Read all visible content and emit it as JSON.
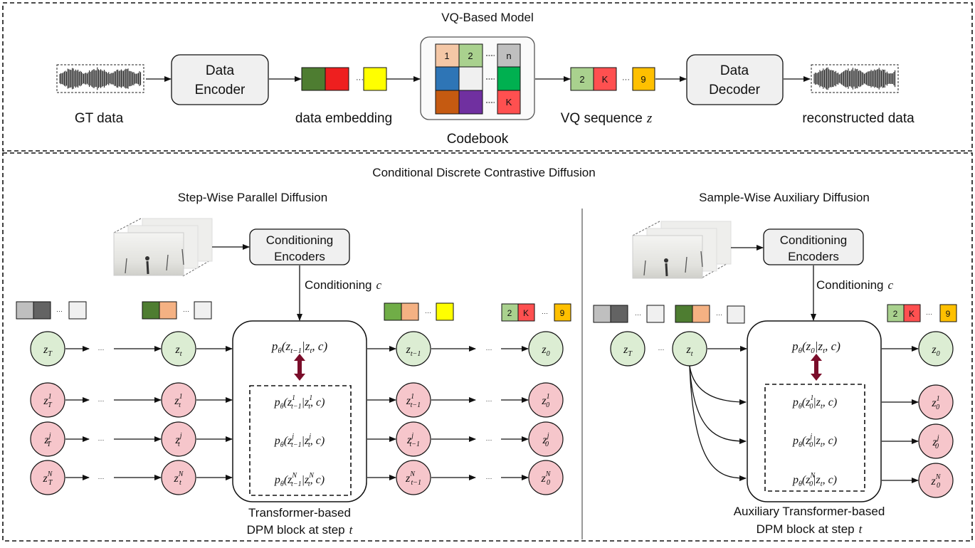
{
  "top": {
    "title": "VQ-Based Model",
    "gt_label": "GT data",
    "encoder_label": [
      "Data",
      "Encoder"
    ],
    "embedding_label": "data embedding",
    "codebook_label": "Codebook",
    "codebook_cells": [
      "1",
      "2",
      "n",
      "K"
    ],
    "vq_sequence_label": "VQ sequence",
    "vq_sequence_var": "z",
    "vq_tokens": [
      "2",
      "K",
      "9"
    ],
    "decoder_label": [
      "Data",
      "Decoder"
    ],
    "recon_label": "reconstructed data",
    "ellipsis": "···"
  },
  "bottom": {
    "title": "Conditional Discrete Contrastive Diffusion",
    "left": {
      "title": "Step-Wise Parallel Diffusion",
      "cond_encoder": [
        "Conditioning",
        "Encoders"
      ],
      "cond_label": "Conditioning",
      "cond_var": "c",
      "tokens_right": [
        "2",
        "K",
        "9"
      ],
      "block_label": [
        "Transformer-based",
        "DPM block at step"
      ],
      "block_var": "t"
    },
    "right": {
      "title": "Sample-Wise Auxiliary Diffusion",
      "cond_encoder": [
        "Conditioning",
        "Encoders"
      ],
      "cond_label": "Conditioning",
      "cond_var": "c",
      "tokens_right": [
        "2",
        "K",
        "9"
      ],
      "block_label": [
        "Auxiliary Transformer-based",
        "DPM block at step"
      ],
      "block_var": "t"
    },
    "ellipsis": "···"
  },
  "colors": {
    "green_node": "#dcedd3",
    "pink_node": "#f6c6cb",
    "box_fill": "#f0f0f0",
    "arrow_dark": "#7a0d2a",
    "tok_green_dark": "#4e7d31",
    "tok_red": "#ee1f1f",
    "tok_yellow": "#ffff00",
    "tok_peach": "#f4c7a6",
    "tok_light_green": "#a9d18e",
    "tok_grey": "#bfbfbf",
    "tok_blue": "#2e75b6",
    "tok_white": "#f0f0f0",
    "tok_orange": "#c55a11",
    "tok_purple": "#7030a0",
    "tok_green": "#00b050",
    "tok_k_red": "#ff5050",
    "tok_gold": "#ffc000",
    "tok_dark_grey": "#636363",
    "tok_mid_green": "#70ad47"
  }
}
